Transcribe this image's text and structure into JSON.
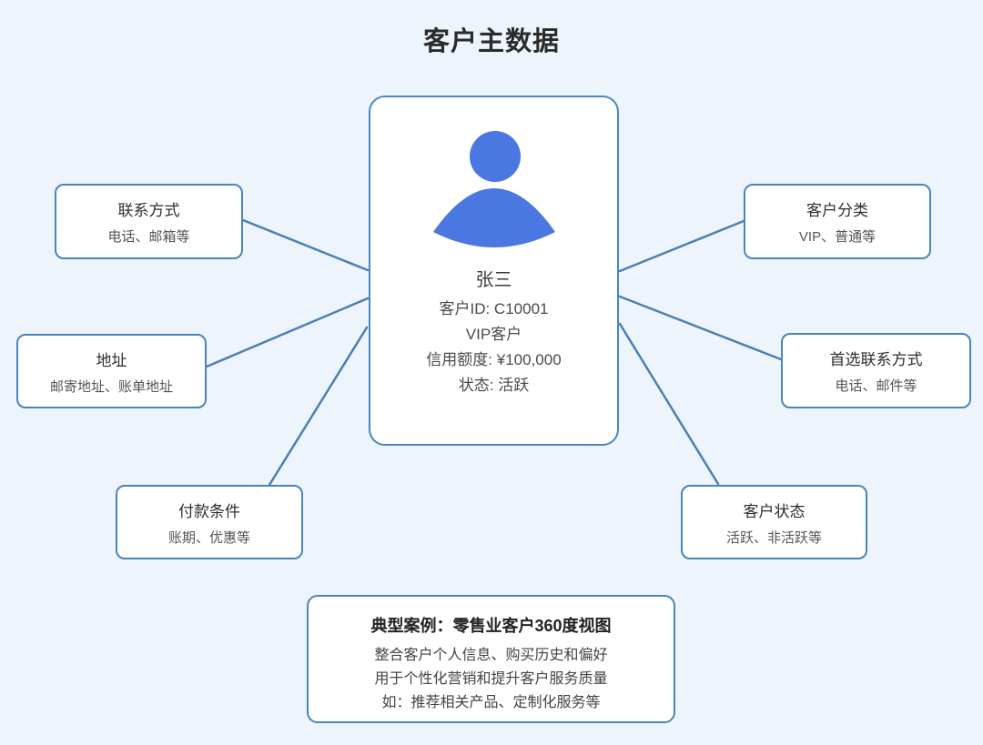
{
  "title": "客户主数据",
  "colors": {
    "background": "#edf4fc",
    "line": "#4a80b4",
    "box_border": "#4a84bc",
    "icon_blue": "#4a78e0"
  },
  "center_card": {
    "icon": "person-icon",
    "name": "张三",
    "details": [
      "客户ID: C10001",
      "VIP客户",
      "信用额度: ¥100,000",
      "状态: 活跃"
    ]
  },
  "nodes": [
    {
      "id": "contact-methods",
      "title": "联系方式",
      "subtitle": "电话、邮箱等"
    },
    {
      "id": "address",
      "title": "地址",
      "subtitle": "邮寄地址、账单地址"
    },
    {
      "id": "payment-terms",
      "title": "付款条件",
      "subtitle": "账期、优惠等"
    },
    {
      "id": "customer-category",
      "title": "客户分类",
      "subtitle": "VIP、普通等"
    },
    {
      "id": "preferred-contact",
      "title": "首选联系方式",
      "subtitle": "电话、邮件等"
    },
    {
      "id": "customer-status",
      "title": "客户状态",
      "subtitle": "活跃、非活跃等"
    }
  ],
  "case_study": {
    "title": "典型案例：零售业客户360度视图",
    "lines": [
      "整合客户个人信息、购买历史和偏好",
      "用于个性化营销和提升客户服务质量",
      "如：推荐相关产品、定制化服务等"
    ]
  }
}
